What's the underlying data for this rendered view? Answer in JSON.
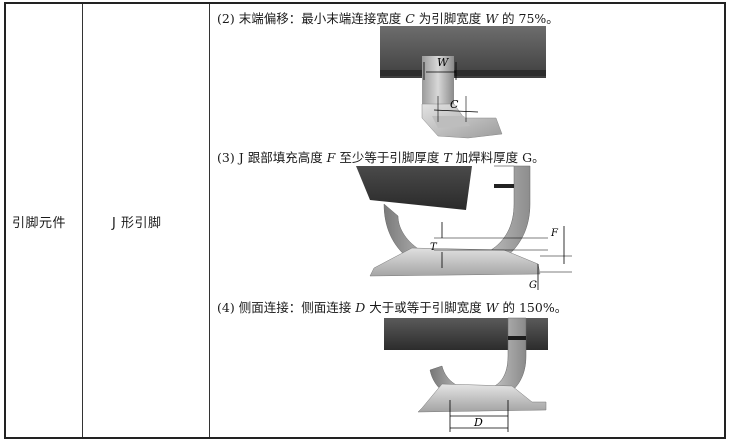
{
  "table": {
    "col1_label": "引脚元件",
    "col2_label": "J 形引脚",
    "requirements": [
      {
        "num": "(2)",
        "pre": "末端偏移：最小末端连接宽度 ",
        "v1": "C",
        "mid": " 为引脚宽度 ",
        "v2": "W",
        "post": " 的 75%。"
      },
      {
        "num": "(3)",
        "pre": "J 跟部填充高度 ",
        "v1": "F",
        "mid": " 至少等于引脚厚度 ",
        "v2": "T",
        "post": " 加焊料厚度 G。"
      },
      {
        "num": "(4)",
        "pre": "侧面连接：侧面连接 ",
        "v1": "D",
        "mid": " 大于或等于引脚宽度 ",
        "v2": "W",
        "post": " 的 150%。"
      }
    ],
    "figure_labels": {
      "fig1_w": "W",
      "fig1_c": "C",
      "fig2_t": "T",
      "fig2_f": "F",
      "fig2_g": "G",
      "fig3_d": "D"
    }
  }
}
